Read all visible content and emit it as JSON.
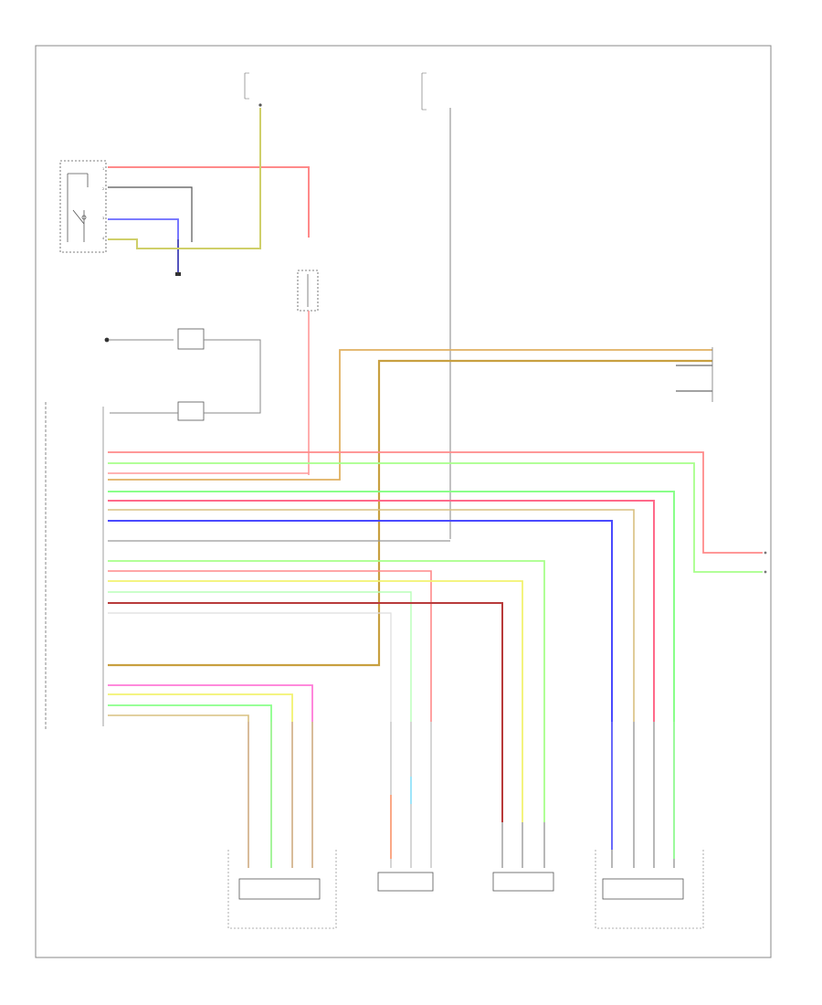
{
  "colors": {
    "frame": "#888888",
    "text": "#444444",
    "ground": "#1a1aa8"
  },
  "top_connectors": {
    "center_left": {
      "lines": [
        "",
        ""
      ],
      "pin_labels": [
        "",
        "",
        "",
        "",
        ""
      ],
      "desc_lines": [
        "",
        "",
        "",
        ""
      ]
    },
    "center_right": {
      "lines": [
        "",
        ""
      ],
      "pin_labels": [
        "",
        "",
        "",
        "",
        ""
      ],
      "desc_lines": [
        "",
        "",
        "",
        "",
        ""
      ]
    }
  },
  "relay": {
    "label": "",
    "desc_lines": [
      "",
      "",
      "",
      ""
    ],
    "ground_label_lines": [
      "",
      ""
    ]
  },
  "ecm": {
    "desc_lines": [
      "",
      "",
      "",
      "",
      ""
    ],
    "pin_names": []
  },
  "sensors": [
    {
      "caption": "",
      "lines": [
        "",
        ""
      ]
    },
    {
      "caption": "",
      "lines": [
        "",
        "",
        "",
        ""
      ]
    },
    {
      "caption": "",
      "lines": [
        "",
        "",
        "",
        ""
      ]
    },
    {
      "caption": "",
      "lines": [
        "",
        ""
      ]
    }
  ],
  "right_connector": {
    "header": "",
    "pins": [
      "",
      "",
      "",
      ""
    ],
    "desc_lines": [
      "",
      "",
      ""
    ]
  },
  "wires": [
    {
      "id": "w-red-top",
      "color": "#ff8a8a",
      "label": ""
    },
    {
      "id": "w-yellow-top",
      "color": "#cfcf6a",
      "label": ""
    },
    {
      "id": "w-blue-top",
      "color": "#6a6aff",
      "label": ""
    },
    {
      "id": "w-green-1",
      "color": "#8aff8a",
      "label": ""
    },
    {
      "id": "w-pink",
      "color": "#ff7ad8",
      "label": ""
    },
    {
      "id": "w-yellow-2",
      "color": "#f2f270",
      "label": ""
    },
    {
      "id": "w-darkred",
      "color": "#b83a3a",
      "label": ""
    },
    {
      "id": "w-orange",
      "color": "#e0b060",
      "label": ""
    },
    {
      "id": "w-tan",
      "color": "#c8a040",
      "label": ""
    }
  ],
  "footer": {
    "code": ""
  }
}
